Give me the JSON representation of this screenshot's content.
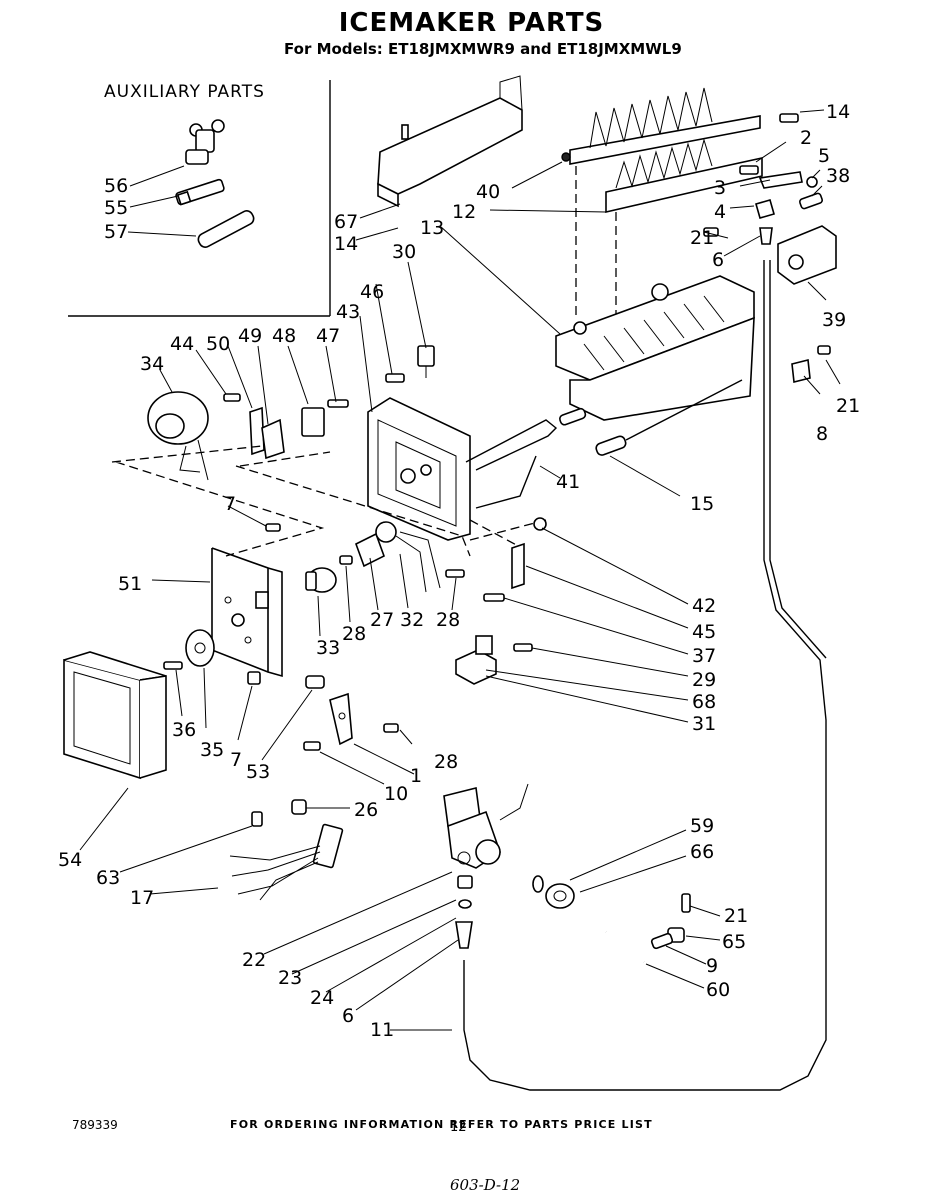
{
  "header": {
    "title": "ICEMAKER PARTS",
    "subtitle": "For Models: ET18JMXMWR9 and ET18JMXMWL9"
  },
  "auxiliary": {
    "title": "AUXILIARY PARTS"
  },
  "callouts": [
    {
      "id": "c56",
      "label": "56"
    },
    {
      "id": "c55",
      "label": "55"
    },
    {
      "id": "c57",
      "label": "57"
    },
    {
      "id": "c67",
      "label": "67"
    },
    {
      "id": "c14a",
      "label": "14"
    },
    {
      "id": "c30",
      "label": "30"
    },
    {
      "id": "c40",
      "label": "40"
    },
    {
      "id": "c12",
      "label": "12"
    },
    {
      "id": "c13",
      "label": "13"
    },
    {
      "id": "c14b",
      "label": "14"
    },
    {
      "id": "c2",
      "label": "2"
    },
    {
      "id": "c5",
      "label": "5"
    },
    {
      "id": "c3",
      "label": "3"
    },
    {
      "id": "c38",
      "label": "38"
    },
    {
      "id": "c4",
      "label": "4"
    },
    {
      "id": "c21a",
      "label": "21"
    },
    {
      "id": "c6a",
      "label": "6"
    },
    {
      "id": "c39",
      "label": "39"
    },
    {
      "id": "c21b",
      "label": "21"
    },
    {
      "id": "c8",
      "label": "8"
    },
    {
      "id": "c46",
      "label": "46"
    },
    {
      "id": "c43",
      "label": "43"
    },
    {
      "id": "c44",
      "label": "44"
    },
    {
      "id": "c50",
      "label": "50"
    },
    {
      "id": "c49",
      "label": "49"
    },
    {
      "id": "c48",
      "label": "48"
    },
    {
      "id": "c47",
      "label": "47"
    },
    {
      "id": "c34",
      "label": "34"
    },
    {
      "id": "c41",
      "label": "41"
    },
    {
      "id": "c15",
      "label": "15"
    },
    {
      "id": "c7a",
      "label": "7"
    },
    {
      "id": "c51",
      "label": "51"
    },
    {
      "id": "c42",
      "label": "42"
    },
    {
      "id": "c45",
      "label": "45"
    },
    {
      "id": "c37",
      "label": "37"
    },
    {
      "id": "c33",
      "label": "33"
    },
    {
      "id": "c28a",
      "label": "28"
    },
    {
      "id": "c27",
      "label": "27"
    },
    {
      "id": "c32",
      "label": "32"
    },
    {
      "id": "c28b",
      "label": "28"
    },
    {
      "id": "c29",
      "label": "29"
    },
    {
      "id": "c68",
      "label": "68"
    },
    {
      "id": "c31",
      "label": "31"
    },
    {
      "id": "c36",
      "label": "36"
    },
    {
      "id": "c35",
      "label": "35"
    },
    {
      "id": "c7b",
      "label": "7"
    },
    {
      "id": "c53",
      "label": "53"
    },
    {
      "id": "c28c",
      "label": "28"
    },
    {
      "id": "c1",
      "label": "1"
    },
    {
      "id": "c10",
      "label": "10"
    },
    {
      "id": "c26",
      "label": "26"
    },
    {
      "id": "c54",
      "label": "54"
    },
    {
      "id": "c63",
      "label": "63"
    },
    {
      "id": "c17",
      "label": "17"
    },
    {
      "id": "c59",
      "label": "59"
    },
    {
      "id": "c66",
      "label": "66"
    },
    {
      "id": "c21c",
      "label": "21"
    },
    {
      "id": "c65",
      "label": "65"
    },
    {
      "id": "c9",
      "label": "9"
    },
    {
      "id": "c60",
      "label": "60"
    },
    {
      "id": "c22",
      "label": "22"
    },
    {
      "id": "c23",
      "label": "23"
    },
    {
      "id": "c24",
      "label": "24"
    },
    {
      "id": "c6b",
      "label": "6"
    },
    {
      "id": "c11",
      "label": "11"
    }
  ],
  "footer": {
    "ordering_note": "FOR ORDERING INFORMATION REFER TO PARTS PRICE LIST",
    "doc_number": "789339",
    "page_number": "12",
    "handwritten": "603-D-12"
  }
}
